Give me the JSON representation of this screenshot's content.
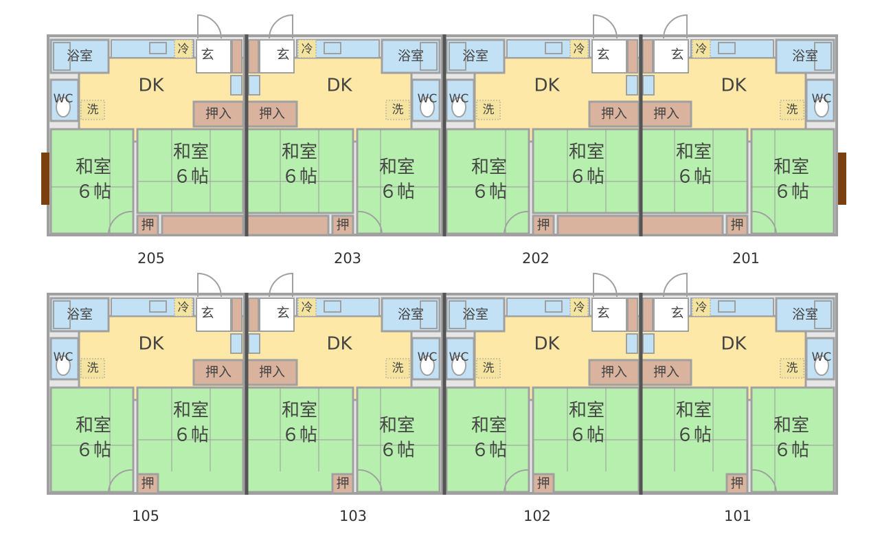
{
  "labels": {
    "bath": "浴室",
    "wc": "WC",
    "wash": "洗",
    "fridge": "冷",
    "entrance": "玄",
    "dk": "DK",
    "closet": "押入",
    "closet_small": "押",
    "washitsu": "和室",
    "six_jo": "６帖"
  },
  "upper_floor": {
    "units": [
      "205",
      "203",
      "202",
      "201"
    ]
  },
  "lower_floor": {
    "units": [
      "105",
      "103",
      "102",
      "101"
    ]
  },
  "colors": {
    "wall": "#a0a0a0",
    "tatami": "#b7f0ae",
    "dk": "#fde8a7",
    "bath": "#c3e1f5",
    "closet": "#d9b39d",
    "wash": "#f5e4a0",
    "balcony_door": "#7a4010",
    "party_wall": "#555555"
  }
}
